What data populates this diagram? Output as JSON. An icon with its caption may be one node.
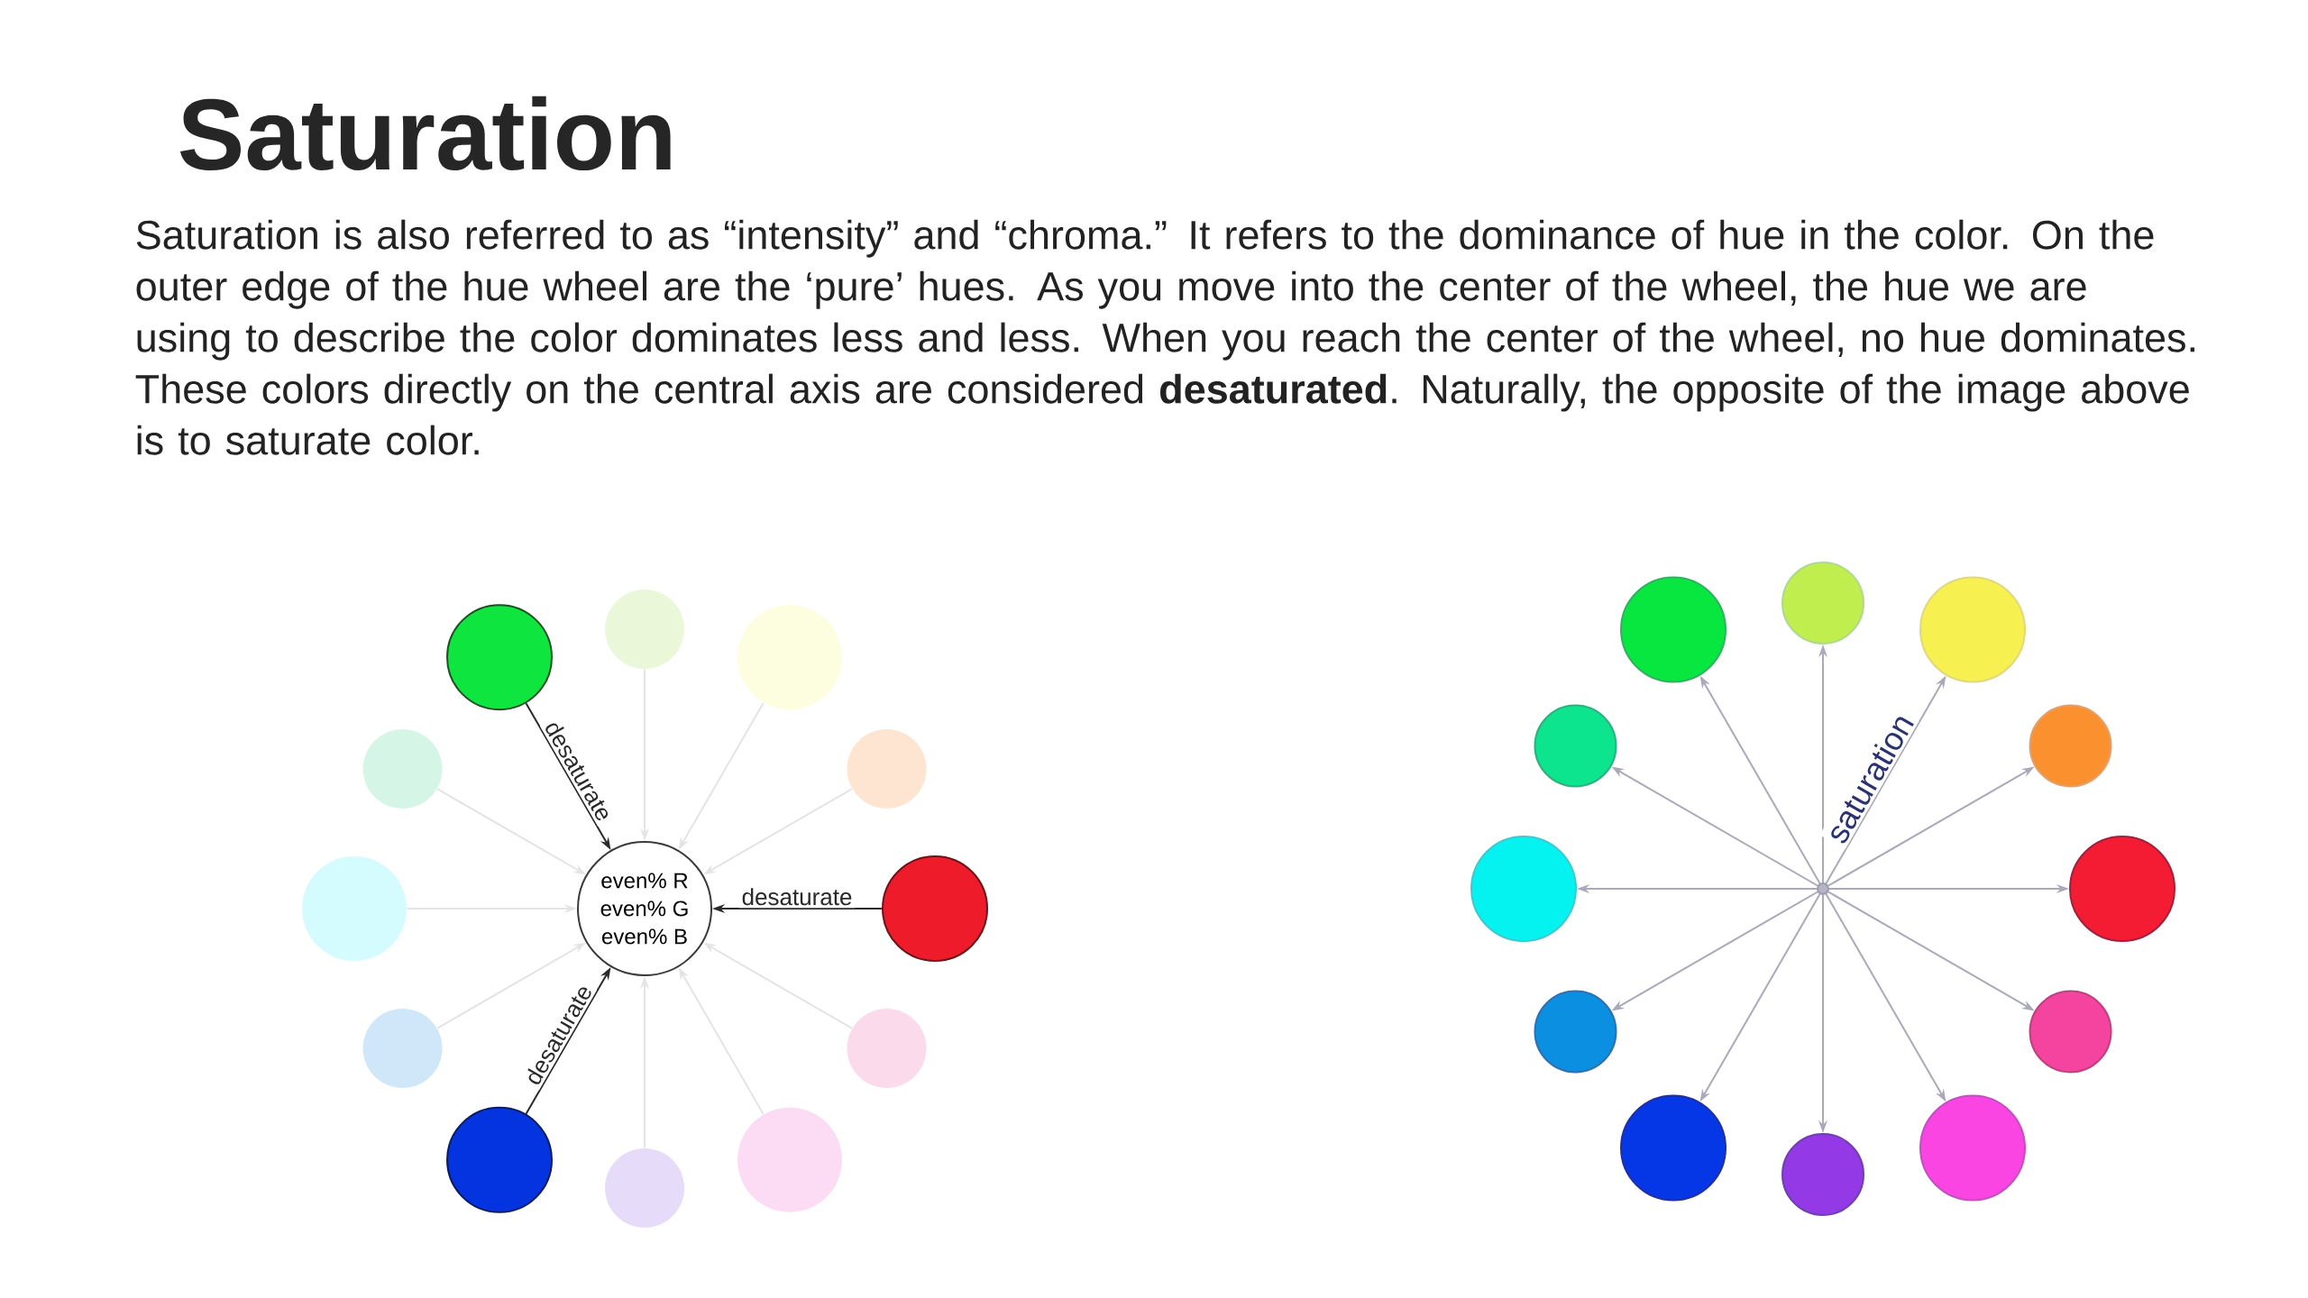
{
  "diagram": {
    "title": "Saturation",
    "nodes": [
      {
        "text": [],
        "shape": "circle"
      },
      {
        "text": [],
        "shape": "circle"
      },
      {
        "text": [],
        "shape": "circle"
      },
      {
        "text": [],
        "shape": "circle"
      },
      {
        "text": [],
        "shape": "circle"
      },
      {
        "text": [],
        "shape": "circle"
      },
      {
        "text": [
          "even% R even% G even% B"
        ]
      },
      {
        "text": [],
        "shape": "circle"
      },
      {
        "text": [],
        "shape": "circle"
      },
      {
        "text": [],
        "shape": "circle"
      },
      {
        "text": [],
        "shape": "circle"
      },
      {
        "text": [],
        "shape": "circle"
      },
      {
        "text": [],
        "shape": "circle"
      },
      {
        "text": [],
        "shape": "circle"
      },
      {
        "text": [],
        "shape": "circle"
      },
      {
        "text": [],
        "shape": "circle"
      },
      {
        "text": [],
        "shape": "circle"
      },
      {
        "text": [],
        "shape": "circle"
      },
      {
        "text": [],
        "shape": "circle"
      },
      {
        "text": [],
        "shape": "circle"
      },
      {
        "text": [],
        "shape": "circle"
      },
      {
        "text": [],
        "shape": "circle"
      },
      {
        "text": [],
        "shape": "circle"
      },
      {
        "text": [],
        "shape": "circle"
      },
      {
        "text": [],
        "shape": "circle"
      },
      {
        "text": [],
        "shape": "circle"
      }
    ],
    "edges": [
      {
        "from": 1,
        "to": 6,
        "arrow": "to",
        "label": "desaturate",
        "color": "#2a2a2a"
      },
      {
        "from": 7,
        "to": 6,
        "arrow": "to",
        "label": "desaturate",
        "color": "#2a2a2a"
      },
      {
        "from": 10,
        "to": 6,
        "arrow": "to",
        "label": "desaturate",
        "color": "#2a2a2a"
      },
      {
        "from": 0,
        "to": 6,
        "arrow": "to",
        "color": "#e4e4e4"
      },
      {
        "from": 2,
        "to": 6,
        "arrow": "to",
        "color": "#e4e4e4"
      },
      {
        "from": 3,
        "to": 6,
        "arrow": "to",
        "color": "#e4e4e4"
      },
      {
        "from": 4,
        "to": 6,
        "arrow": "to",
        "color": "#e4e4e4"
      },
      {
        "from": 5,
        "to": 6,
        "arrow": "to",
        "color": "#e4e4e4"
      },
      {
        "from": 8,
        "to": 6,
        "arrow": "to",
        "color": "#e4e4e4"
      },
      {
        "from": 9,
        "to": 6,
        "arrow": "to",
        "color": "#e4e4e4"
      },
      {
        "from": 11,
        "to": 6,
        "arrow": "to",
        "color": "#e4e4e4"
      },
      {
        "from": 12,
        "to": 6,
        "arrow": "to",
        "color": "#e4e4e4"
      },
      {
        "from": 19,
        "to": 13,
        "arrow": "to",
        "color": "#a9a9b9"
      },
      {
        "from": 19,
        "to": 14,
        "arrow": "to",
        "color": "#a9a9b9"
      },
      {
        "from": 19,
        "to": 15,
        "arrow": "to",
        "color": "#a9a9b9",
        "label": "saturation"
      },
      {
        "from": 19,
        "to": 16,
        "arrow": "to",
        "color": "#a9a9b9"
      },
      {
        "from": 19,
        "to": 17,
        "arrow": "to",
        "color": "#a9a9b9"
      },
      {
        "from": 19,
        "to": 18,
        "arrow": "to",
        "color": "#a9a9b9"
      },
      {
        "from": 19,
        "to": 20,
        "arrow": "to",
        "color": "#a9a9b9"
      },
      {
        "from": 19,
        "to": 21,
        "arrow": "to",
        "color": "#a9a9b9"
      },
      {
        "from": 19,
        "to": 22,
        "arrow": "to",
        "color": "#a9a9b9"
      },
      {
        "from": 19,
        "to": 23,
        "arrow": "to",
        "color": "#a9a9b9"
      },
      {
        "from": 19,
        "to": 24,
        "arrow": "to",
        "color": "#a9a9b9"
      },
      {
        "from": 19,
        "to": 25,
        "arrow": "to",
        "color": "#a9a9b9"
      }
    ],
    "labels": [
      "Saturation is also referred to as “intensity” and “chroma.” It refers to the dominance of hue in the color. On the outer edge of the hue wheel are the ‘pure’ hues. As you move into the center of the wheel, the hue we are using to describe the color dominates less and less. When you reach the center of the wheel, no hue dominates. These colors directly on the central axis are considered **desaturated**. Naturally, the opposite of the image above is to saturate color."
    ]
  }
}
